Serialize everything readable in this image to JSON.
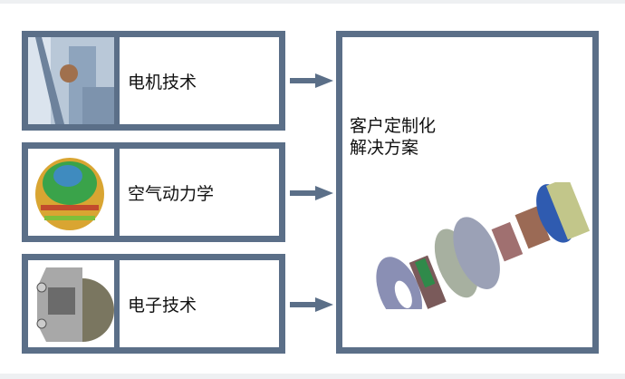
{
  "sources": [
    {
      "label": "电机技术",
      "image": "motor-photo"
    },
    {
      "label": "空气动力学",
      "image": "aerodynamics-simulation"
    },
    {
      "label": "电子技术",
      "image": "electronics-housing"
    }
  ],
  "target": {
    "line1": "客户定制化",
    "line2": "解决方案",
    "image": "exploded-motor-assembly"
  },
  "colors": {
    "frame": "#5b6f88"
  }
}
